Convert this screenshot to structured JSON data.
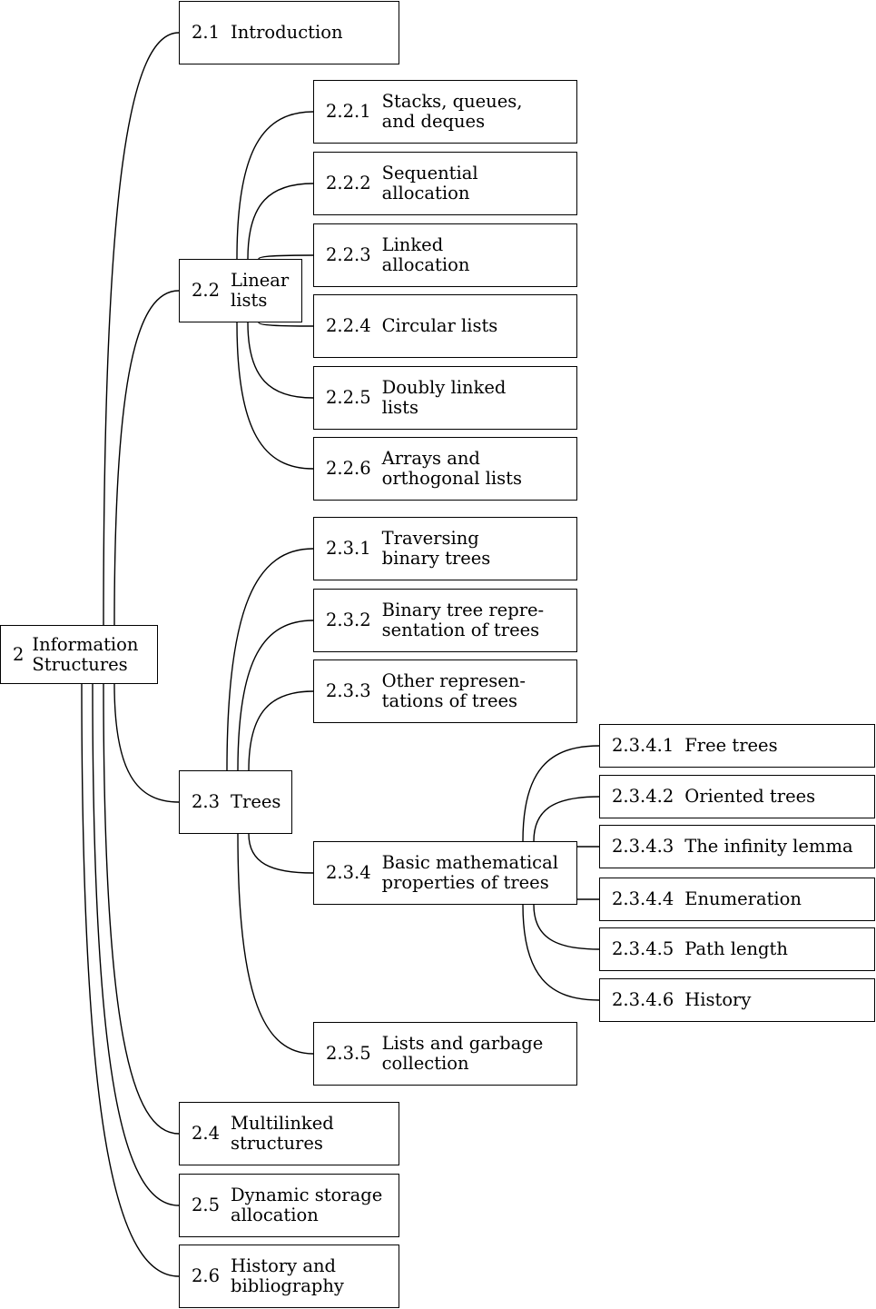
{
  "nodes": [
    {
      "id": "n2",
      "number": "2",
      "title": "Information\nStructures"
    },
    {
      "id": "n2-1",
      "number": "2.1",
      "title": "Introduction"
    },
    {
      "id": "n2-2",
      "number": "2.2",
      "title": "Linear\nlists"
    },
    {
      "id": "n2-2-1",
      "number": "2.2.1",
      "title": "Stacks, queues,\nand deques"
    },
    {
      "id": "n2-2-2",
      "number": "2.2.2",
      "title": "Sequential\nallocation"
    },
    {
      "id": "n2-2-3",
      "number": "2.2.3",
      "title": "Linked\nallocation"
    },
    {
      "id": "n2-2-4",
      "number": "2.2.4",
      "title": "Circular lists"
    },
    {
      "id": "n2-2-5",
      "number": "2.2.5",
      "title": "Doubly linked\nlists"
    },
    {
      "id": "n2-2-6",
      "number": "2.2.6",
      "title": "Arrays and\northogonal lists"
    },
    {
      "id": "n2-3",
      "number": "2.3",
      "title": "Trees"
    },
    {
      "id": "n2-3-1",
      "number": "2.3.1",
      "title": "Traversing\nbinary trees"
    },
    {
      "id": "n2-3-2",
      "number": "2.3.2",
      "title": "Binary tree repre-\nsentation of trees"
    },
    {
      "id": "n2-3-3",
      "number": "2.3.3",
      "title": "Other represen-\ntations of trees"
    },
    {
      "id": "n2-3-4",
      "number": "2.3.4",
      "title": "Basic mathematical\nproperties of trees"
    },
    {
      "id": "n2-3-4-1",
      "number": "2.3.4.1",
      "title": "Free trees"
    },
    {
      "id": "n2-3-4-2",
      "number": "2.3.4.2",
      "title": "Oriented trees"
    },
    {
      "id": "n2-3-4-3",
      "number": "2.3.4.3",
      "title": "The infinity lemma"
    },
    {
      "id": "n2-3-4-4",
      "number": "2.3.4.4",
      "title": "Enumeration"
    },
    {
      "id": "n2-3-4-5",
      "number": "2.3.4.5",
      "title": "Path length"
    },
    {
      "id": "n2-3-4-6",
      "number": "2.3.4.6",
      "title": "History"
    },
    {
      "id": "n2-3-5",
      "number": "2.3.5",
      "title": "Lists and garbage\ncollection"
    },
    {
      "id": "n2-4",
      "number": "2.4",
      "title": "Multilinked\nstructures"
    },
    {
      "id": "n2-5",
      "number": "2.5",
      "title": "Dynamic storage\nallocation"
    },
    {
      "id": "n2-6",
      "number": "2.6",
      "title": "History and\nbibliography"
    }
  ],
  "edges": [
    [
      "n2",
      "n2-1"
    ],
    [
      "n2",
      "n2-2"
    ],
    [
      "n2",
      "n2-3"
    ],
    [
      "n2",
      "n2-4"
    ],
    [
      "n2",
      "n2-5"
    ],
    [
      "n2",
      "n2-6"
    ],
    [
      "n2-2",
      "n2-2-1"
    ],
    [
      "n2-2",
      "n2-2-2"
    ],
    [
      "n2-2",
      "n2-2-3"
    ],
    [
      "n2-2",
      "n2-2-4"
    ],
    [
      "n2-2",
      "n2-2-5"
    ],
    [
      "n2-2",
      "n2-2-6"
    ],
    [
      "n2-3",
      "n2-3-1"
    ],
    [
      "n2-3",
      "n2-3-2"
    ],
    [
      "n2-3",
      "n2-3-3"
    ],
    [
      "n2-3",
      "n2-3-4"
    ],
    [
      "n2-3",
      "n2-3-5"
    ],
    [
      "n2-3-4",
      "n2-3-4-1"
    ],
    [
      "n2-3-4",
      "n2-3-4-2"
    ],
    [
      "n2-3-4",
      "n2-3-4-3"
    ],
    [
      "n2-3-4",
      "n2-3-4-4"
    ],
    [
      "n2-3-4",
      "n2-3-4-5"
    ],
    [
      "n2-3-4",
      "n2-3-4-6"
    ]
  ]
}
